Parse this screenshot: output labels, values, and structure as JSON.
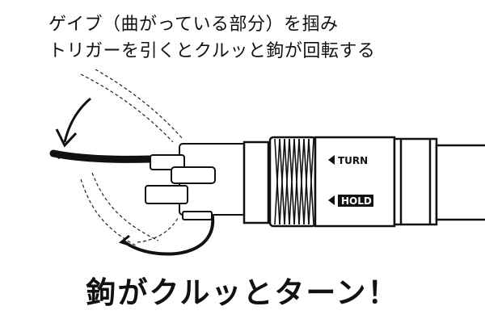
{
  "caption": {
    "line1": "ゲイブ（曲がっている部分）を掴み",
    "line2": "トリガーを引くとクルッと鉤が回転する"
  },
  "labels": {
    "turn": "TURN",
    "hold": "HOLD"
  },
  "headline": "鉤がクルッとターン！",
  "colors": {
    "ink": "#111111",
    "background": "#ffffff"
  }
}
